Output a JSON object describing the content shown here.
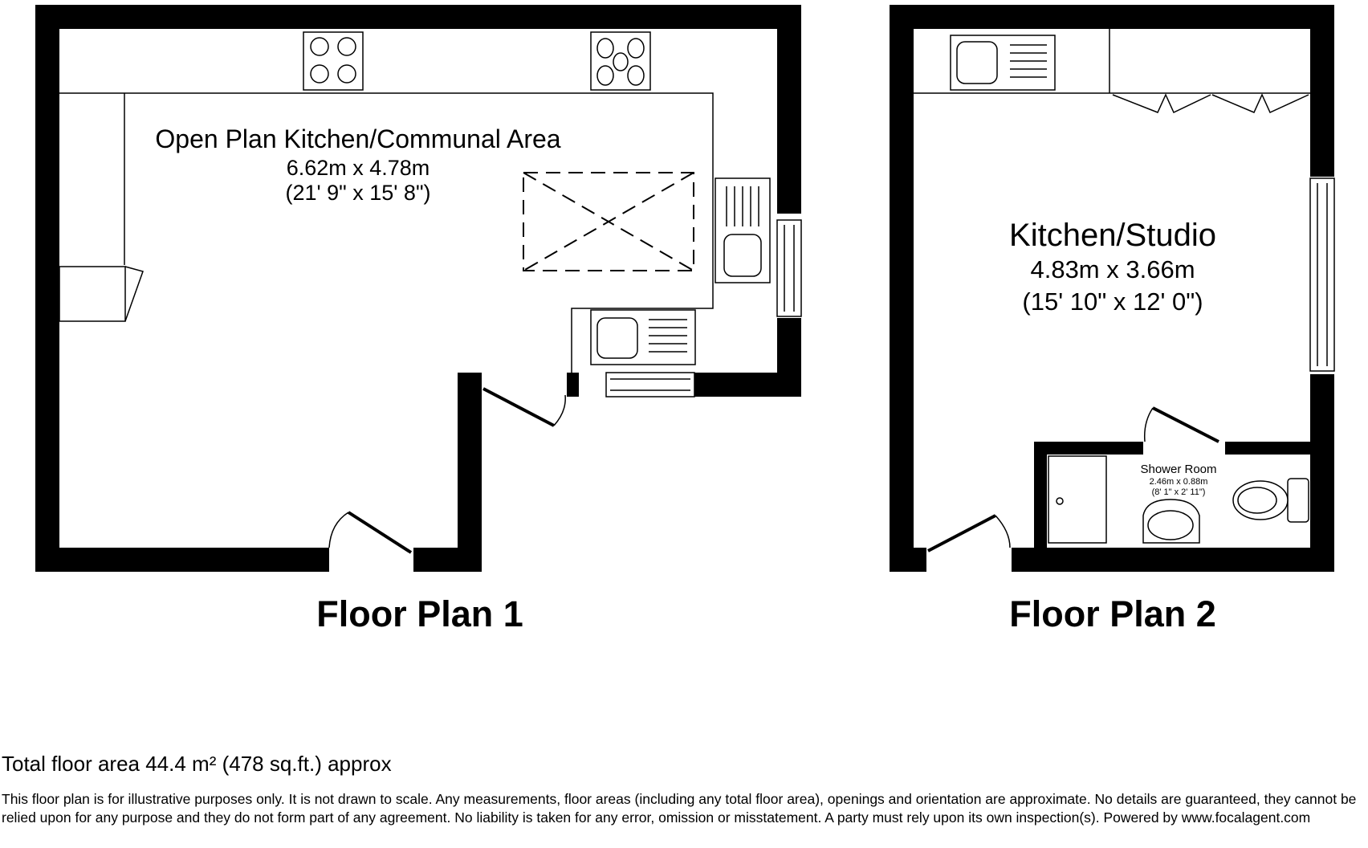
{
  "floor_plan_1": {
    "title": "Floor Plan 1",
    "room": {
      "name": "Open Plan Kitchen/Communal Area",
      "dimensions_metric": "6.62m x 4.78m",
      "dimensions_imperial": "(21' 9\" x 15' 8\")"
    }
  },
  "floor_plan_2": {
    "title": "Floor Plan 2",
    "room": {
      "name": "Kitchen/Studio",
      "dimensions_metric": "4.83m x 3.66m",
      "dimensions_imperial": "(15' 10\" x 12' 0\")"
    },
    "shower_room": {
      "name": "Shower Room",
      "dimensions_metric": "2.46m x 0.88m",
      "dimensions_imperial": "(8' 1\" x 2' 11\")"
    }
  },
  "footer": {
    "total_area": "Total floor area 44.4 m² (478 sq.ft.) approx",
    "disclaimer": "This floor plan is for illustrative purposes only. It is not drawn to scale. Any measurements, floor areas (including any total floor area), openings and orientation are approximate. No details are guaranteed, they cannot be relied upon for any purpose and they do not form part of any agreement. No liability is taken for any error, omission or misstatement. A party must rely upon its own inspection(s). Powered by www.focalagent.com"
  }
}
